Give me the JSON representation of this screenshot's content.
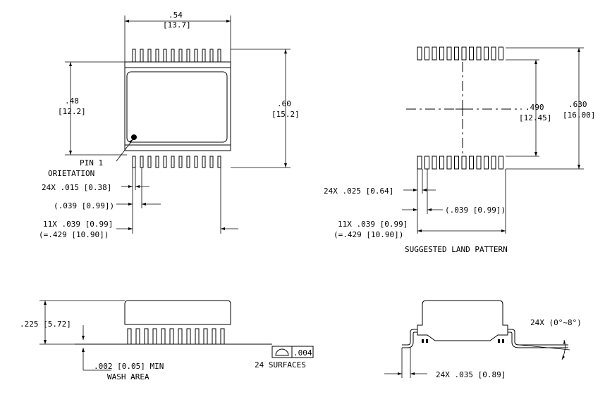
{
  "top_view": {
    "width_in": ".54",
    "width_mm": "[13.7]",
    "body_len_in": ".48",
    "body_len_mm": "[12.2]",
    "span_in": ".60",
    "span_mm": "[15.2]",
    "pin1_label_line1": "PIN 1",
    "pin1_label_line2": "ORIETATION",
    "lead_width": "24X .015 [0.38]",
    "pitch": "(.039 [0.99])",
    "pitch_total_line1": "11X .039 [0.99]",
    "pitch_total_line2": "(=.429 [10.90])"
  },
  "land_pattern": {
    "row_in": ".490",
    "row_mm": "[12.45]",
    "span_in": ".630",
    "span_mm": "[16.00]",
    "pad_width": "24X .025 [0.64]",
    "pitch": "(.039 [0.99])",
    "pitch_total_line1": "11X .039 [0.99]",
    "pitch_total_line2": "(=.429 [10.90])",
    "caption": "SUGGESTED LAND PATTERN"
  },
  "side_view": {
    "height": ".225 [5.72]",
    "standoff_line1": ".002 [0.05] MIN",
    "standoff_line2": "WASH AREA",
    "coplanarity": ".004",
    "surfaces": "24 SURFACES"
  },
  "end_view": {
    "angle": "24X (0°~8°)",
    "foot": "24X .035 [0.89]"
  }
}
